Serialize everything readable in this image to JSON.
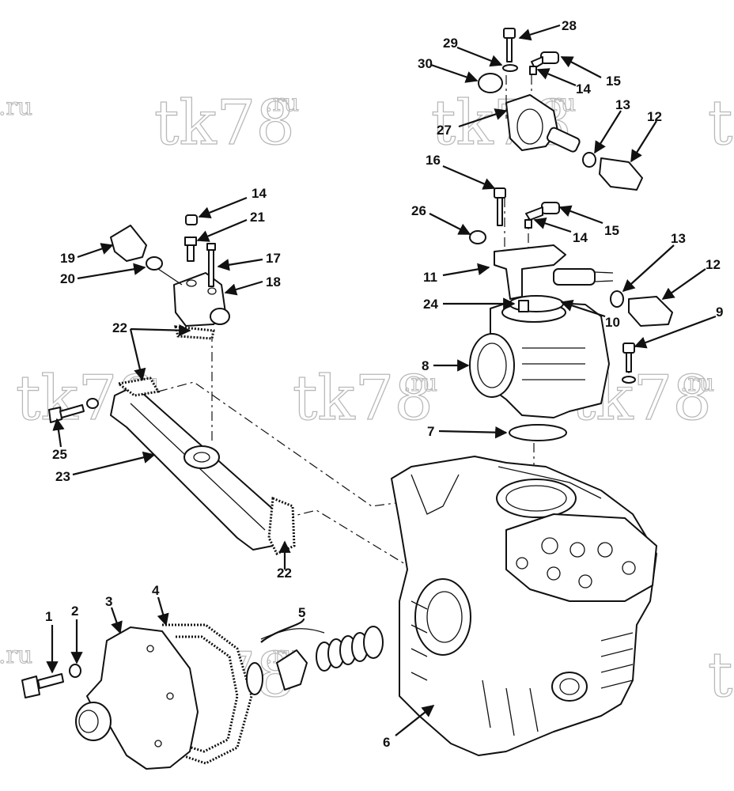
{
  "watermark": {
    "text": "tk78",
    "suffix": ".ru"
  },
  "callouts": [
    {
      "id": "1",
      "label": "1"
    },
    {
      "id": "2",
      "label": "2"
    },
    {
      "id": "3",
      "label": "3"
    },
    {
      "id": "4",
      "label": "4"
    },
    {
      "id": "5",
      "label": "5"
    },
    {
      "id": "6",
      "label": "6"
    },
    {
      "id": "7",
      "label": "7"
    },
    {
      "id": "8",
      "label": "8"
    },
    {
      "id": "9",
      "label": "9"
    },
    {
      "id": "10",
      "label": "10"
    },
    {
      "id": "11",
      "label": "11"
    },
    {
      "id": "12a",
      "label": "12"
    },
    {
      "id": "12b",
      "label": "12"
    },
    {
      "id": "13a",
      "label": "13"
    },
    {
      "id": "13b",
      "label": "13"
    },
    {
      "id": "14a",
      "label": "14"
    },
    {
      "id": "14b",
      "label": "14"
    },
    {
      "id": "14c",
      "label": "14"
    },
    {
      "id": "15a",
      "label": "15"
    },
    {
      "id": "15b",
      "label": "15"
    },
    {
      "id": "16",
      "label": "16"
    },
    {
      "id": "17",
      "label": "17"
    },
    {
      "id": "18",
      "label": "18"
    },
    {
      "id": "19",
      "label": "19"
    },
    {
      "id": "20",
      "label": "20"
    },
    {
      "id": "21",
      "label": "21"
    },
    {
      "id": "22a",
      "label": "22"
    },
    {
      "id": "22b",
      "label": "22"
    },
    {
      "id": "23",
      "label": "23"
    },
    {
      "id": "24",
      "label": "24"
    },
    {
      "id": "25",
      "label": "25"
    },
    {
      "id": "26",
      "label": "26"
    },
    {
      "id": "27",
      "label": "27"
    },
    {
      "id": "28",
      "label": "28"
    },
    {
      "id": "29",
      "label": "29"
    },
    {
      "id": "30",
      "label": "30"
    }
  ]
}
